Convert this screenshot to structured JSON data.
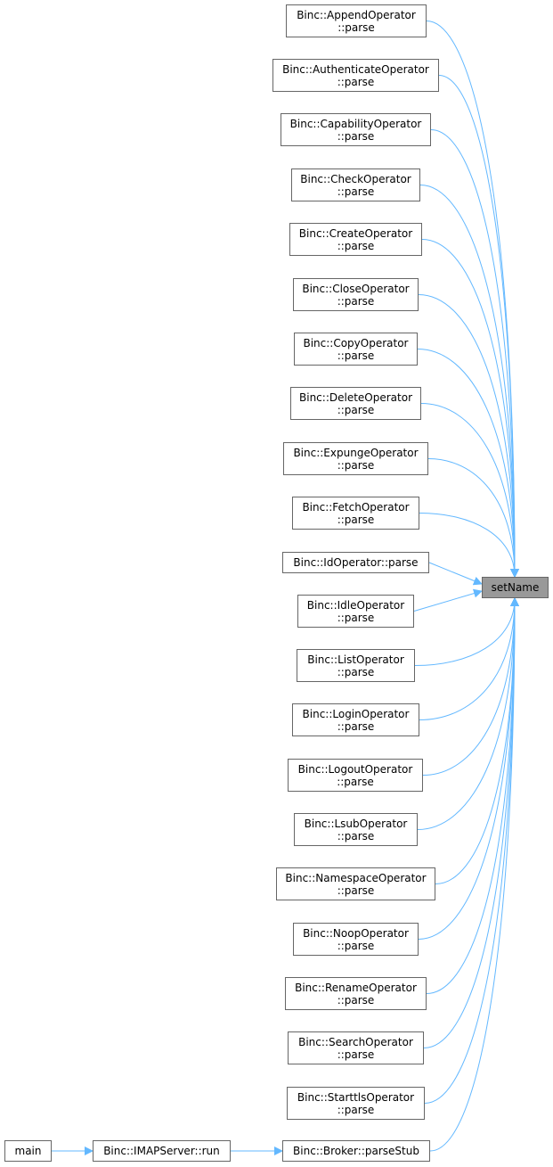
{
  "graph": {
    "focus": {
      "label": "setName"
    },
    "callers": [
      {
        "id": "append",
        "line1": "Binc::AppendOperator",
        "line2": "::parse"
      },
      {
        "id": "authenticate",
        "line1": "Binc::AuthenticateOperator",
        "line2": "::parse"
      },
      {
        "id": "capability",
        "line1": "Binc::CapabilityOperator",
        "line2": "::parse"
      },
      {
        "id": "check",
        "line1": "Binc::CheckOperator",
        "line2": "::parse"
      },
      {
        "id": "create",
        "line1": "Binc::CreateOperator",
        "line2": "::parse"
      },
      {
        "id": "close",
        "line1": "Binc::CloseOperator",
        "line2": "::parse"
      },
      {
        "id": "copy",
        "line1": "Binc::CopyOperator",
        "line2": "::parse"
      },
      {
        "id": "delete",
        "line1": "Binc::DeleteOperator",
        "line2": "::parse"
      },
      {
        "id": "expunge",
        "line1": "Binc::ExpungeOperator",
        "line2": "::parse"
      },
      {
        "id": "fetch",
        "line1": "Binc::FetchOperator",
        "line2": "::parse"
      },
      {
        "id": "id",
        "line1": "Binc::IdOperator::parse",
        "line2": ""
      },
      {
        "id": "idle",
        "line1": "Binc::IdleOperator",
        "line2": "::parse"
      },
      {
        "id": "list",
        "line1": "Binc::ListOperator",
        "line2": "::parse"
      },
      {
        "id": "login",
        "line1": "Binc::LoginOperator",
        "line2": "::parse"
      },
      {
        "id": "logout",
        "line1": "Binc::LogoutOperator",
        "line2": "::parse"
      },
      {
        "id": "lsub",
        "line1": "Binc::LsubOperator",
        "line2": "::parse"
      },
      {
        "id": "namespace",
        "line1": "Binc::NamespaceOperator",
        "line2": "::parse"
      },
      {
        "id": "noop",
        "line1": "Binc::NoopOperator",
        "line2": "::parse"
      },
      {
        "id": "rename",
        "line1": "Binc::RenameOperator",
        "line2": "::parse"
      },
      {
        "id": "search",
        "line1": "Binc::SearchOperator",
        "line2": "::parse"
      },
      {
        "id": "starttls",
        "line1": "Binc::StarttlsOperator",
        "line2": "::parse"
      },
      {
        "id": "parsestub",
        "line1": "Binc::Broker::parseStub",
        "line2": ""
      }
    ],
    "chain": [
      {
        "id": "main",
        "label": "main"
      },
      {
        "id": "run",
        "label": "Binc::IMAPServer::run"
      }
    ],
    "edges": [
      [
        "append",
        "focus"
      ],
      [
        "authenticate",
        "focus"
      ],
      [
        "capability",
        "focus"
      ],
      [
        "check",
        "focus"
      ],
      [
        "create",
        "focus"
      ],
      [
        "close",
        "focus"
      ],
      [
        "copy",
        "focus"
      ],
      [
        "delete",
        "focus"
      ],
      [
        "expunge",
        "focus"
      ],
      [
        "fetch",
        "focus"
      ],
      [
        "id",
        "focus"
      ],
      [
        "idle",
        "focus"
      ],
      [
        "list",
        "focus"
      ],
      [
        "login",
        "focus"
      ],
      [
        "logout",
        "focus"
      ],
      [
        "lsub",
        "focus"
      ],
      [
        "namespace",
        "focus"
      ],
      [
        "noop",
        "focus"
      ],
      [
        "rename",
        "focus"
      ],
      [
        "search",
        "focus"
      ],
      [
        "starttls",
        "focus"
      ],
      [
        "parsestub",
        "focus"
      ],
      [
        "main",
        "run"
      ],
      [
        "run",
        "parsestub"
      ]
    ],
    "colors": {
      "edge": "#63b8ff",
      "node_border": "#666666",
      "focus_fill": "#999999"
    }
  }
}
